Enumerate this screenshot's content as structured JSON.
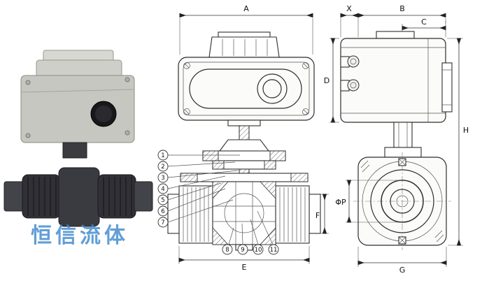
{
  "page": {
    "background": "#ffffff",
    "line_color": "#2e2e2e"
  },
  "watermark": {
    "text": "恒信流体",
    "color": "#3c86cc"
  },
  "front_view": {
    "dim_a": "A",
    "dim_e": "E",
    "dim_f": "F",
    "callouts_left": [
      "1",
      "2",
      "3",
      "4",
      "5",
      "6",
      "7"
    ],
    "callouts_bottom": [
      "8",
      "9",
      "10",
      "11"
    ]
  },
  "side_view": {
    "dim_x": "X",
    "dim_b": "B",
    "dim_c": "C",
    "dim_d": "D",
    "dim_h": "H",
    "dim_g": "G",
    "dim_phi": "ΦP"
  }
}
